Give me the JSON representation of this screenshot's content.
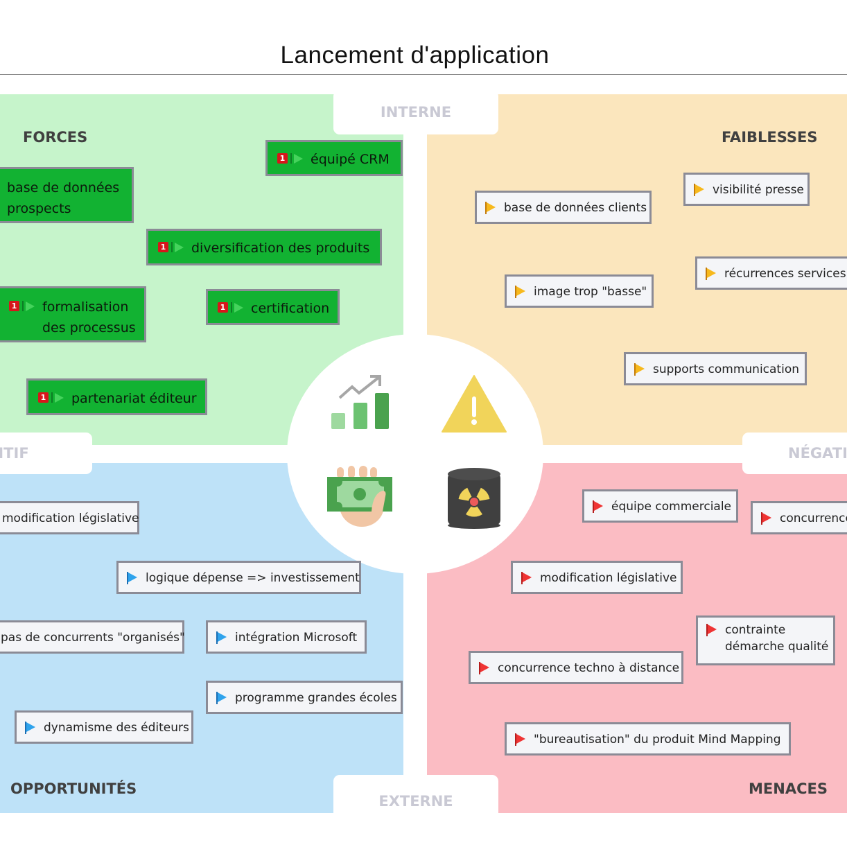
{
  "title": "Lancement d'application",
  "axes": {
    "top": "INTERNE",
    "bottom": "EXTERNE",
    "left": "POSITIF",
    "right": "NÉGATIF"
  },
  "quadrants": {
    "forces": {
      "heading": "FORCES",
      "color": "#c6f4cb",
      "items": [
        {
          "text": "équipé CRM",
          "priority": "1",
          "flag": "green"
        },
        {
          "text": "base de données\nprospects",
          "priority": null,
          "flag": null
        },
        {
          "text": "diversification des produits",
          "priority": "1",
          "flag": "green"
        },
        {
          "text": "formalisation\ndes processus",
          "priority": "1",
          "flag": "green"
        },
        {
          "text": "certification",
          "priority": "1",
          "flag": "green"
        },
        {
          "text": "partenariat éditeur",
          "priority": "1",
          "flag": "green"
        }
      ]
    },
    "faiblesses": {
      "heading": "FAIBLESSES",
      "color": "#fbe6bd",
      "items": [
        {
          "text": "visibilité presse",
          "flag": "yellow"
        },
        {
          "text": "base de données clients",
          "flag": "yellow"
        },
        {
          "text": "récurrences services",
          "flag": "yellow"
        },
        {
          "text": "image trop \"basse\"",
          "flag": "yellow"
        },
        {
          "text": "supports communication",
          "flag": "yellow"
        }
      ]
    },
    "opportunites": {
      "heading": "OPPORTUNITÉS",
      "color": "#bee2f8",
      "items": [
        {
          "text": "modification législative",
          "flag": null
        },
        {
          "text": "logique dépense => investissement",
          "flag": "blue"
        },
        {
          "text": "pas de concurrents \"organisés\"",
          "flag": null
        },
        {
          "text": "intégration Microsoft",
          "flag": "blue"
        },
        {
          "text": "programme grandes écoles",
          "flag": "blue"
        },
        {
          "text": "dynamisme des éditeurs",
          "flag": "blue"
        }
      ]
    },
    "menaces": {
      "heading": "MENACES",
      "color": "#fbbcc3",
      "items": [
        {
          "text": "équipe commerciale",
          "flag": "red"
        },
        {
          "text": "concurrence",
          "flag": "red"
        },
        {
          "text": "modification législative",
          "flag": "red"
        },
        {
          "text": "contrainte\ndémarche qualité",
          "flag": "red"
        },
        {
          "text": "concurrence techno à distance",
          "flag": "red"
        },
        {
          "text": "\"bureautisation\" du produit Mind Mapping",
          "flag": "red"
        }
      ]
    }
  },
  "center_icons": [
    "growth-chart-icon",
    "warning-icon",
    "money-hand-icon",
    "radioactive-barrel-icon"
  ]
}
